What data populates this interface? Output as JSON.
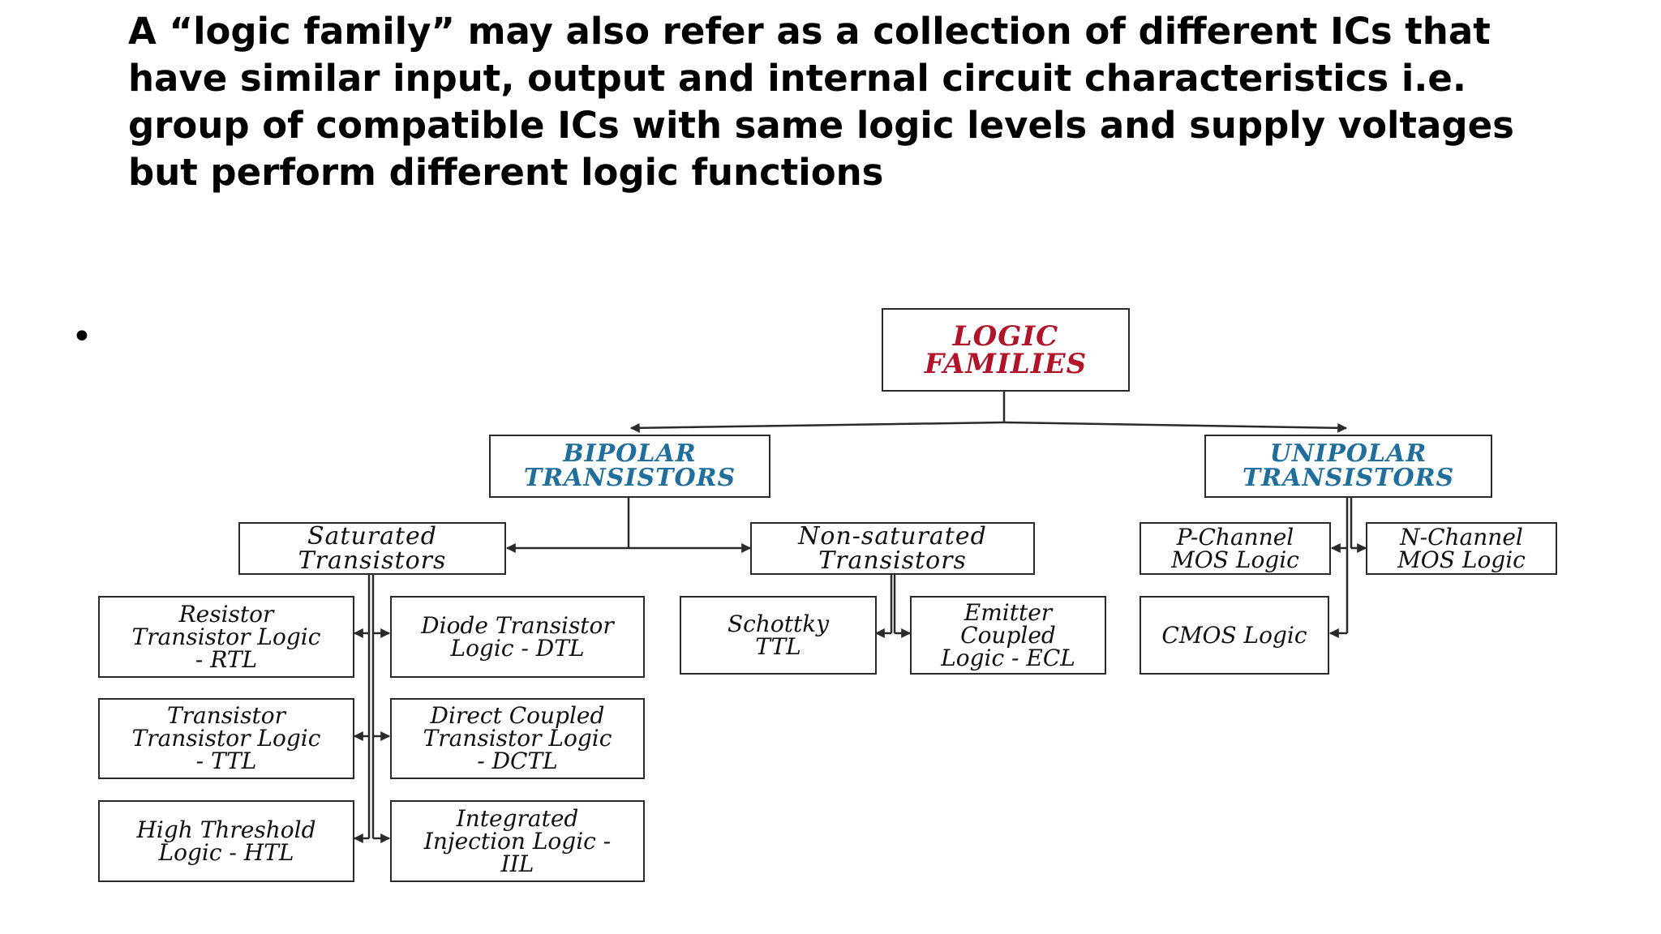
{
  "slide": {
    "heading": "A “logic family” may also refer as a collection of different ICs that have similar input, output and internal circuit characteristics i.e. group of compatible ICs with same logic levels and supply voltages but perform different logic functions",
    "bullet": "•"
  },
  "diagram": {
    "root": "LOGIC\nFAMILIES",
    "bipolar": "BIPOLAR\nTRANSISTORS",
    "unipolar": "UNIPOLAR\nTRANSISTORS",
    "saturated": "Saturated\nTransistors",
    "non_saturated": "Non-saturated\nTransistors",
    "p_channel": "P-Channel\nMOS Logic",
    "n_channel": "N-Channel\nMOS Logic",
    "rtl": "Resistor\nTransistor Logic\n- RTL",
    "dtl": "Diode Transistor\nLogic - DTL",
    "ttl": "Transistor\nTransistor Logic\n- TTL",
    "dctl": "Direct Coupled\nTransistor Logic\n- DCTL",
    "htl": "High Threshold\nLogic - HTL",
    "iil": "Integrated\nInjection Logic -\nIIL",
    "schottky": "Schottky\nTTL",
    "ecl": "Emitter\nCoupled\nLogic - ECL",
    "cmos": "CMOS Logic",
    "colors": {
      "root_text": "#b0142a",
      "category_text": "#1f6e9c",
      "lines": "#2a2a2a"
    }
  }
}
